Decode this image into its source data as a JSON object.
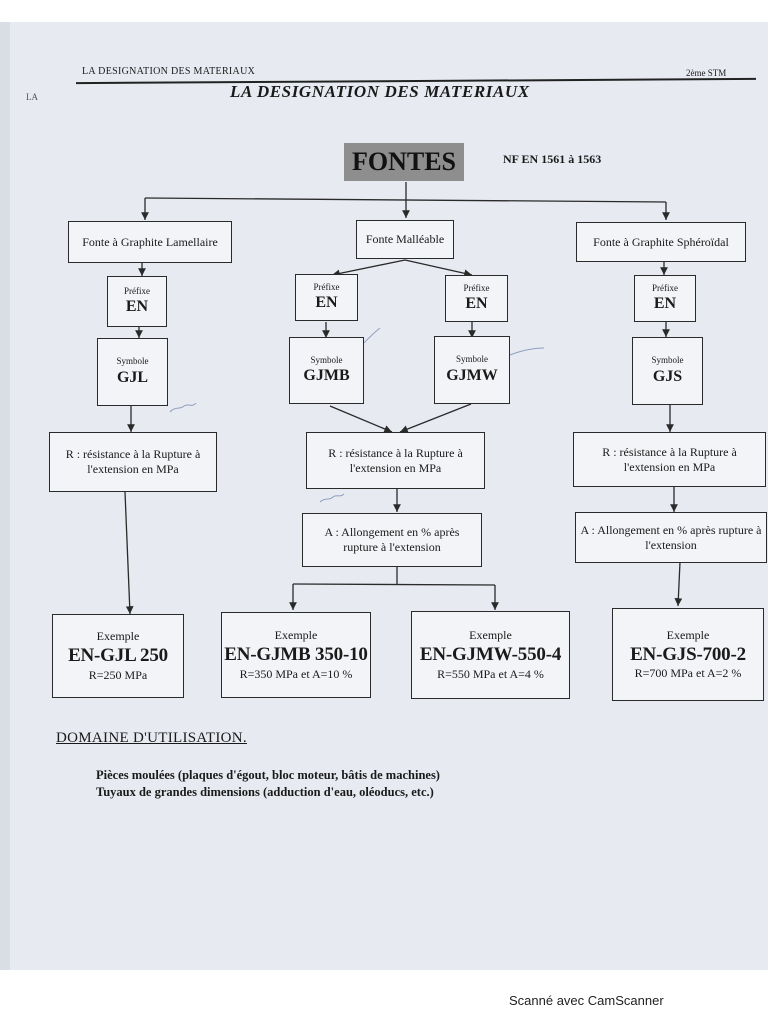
{
  "header": {
    "small_title": "LA DESIGNATION DES MATERIAUX",
    "class_label": "2ème STM",
    "main_title": "LA DESIGNATION DES MATERIAUX",
    "ghost_text": "LA"
  },
  "diagram": {
    "root": {
      "label": "FONTES",
      "norm": "NF EN 1561 à 1563"
    },
    "lamellaire": {
      "category": "Fonte à Graphite Lamellaire",
      "prefix_label": "Préfixe",
      "prefix": "EN",
      "symbol_label": "Symbole",
      "symbol": "GJL",
      "r_desc": "R : résistance à la Rupture à l'extension en MPa",
      "example": {
        "label": "Exemple",
        "code": "EN-GJL 250",
        "value": "R=250 MPa"
      }
    },
    "malleable": {
      "category": "Fonte Malléable",
      "prefix_label": "Préfixe",
      "prefix": "EN",
      "b_symbol_label": "Symbole",
      "b_symbol": "GJMB",
      "w_symbol_label": "Symbole",
      "w_symbol": "GJMW",
      "r_desc": "R : résistance à la Rupture à l'extension en MPa",
      "a_desc": "A : Allongement en % après rupture à l'extension",
      "example_b": {
        "label": "Exemple",
        "code": "EN-GJMB 350-10",
        "value": "R=350 MPa et A=10 %"
      },
      "example_w": {
        "label": "Exemple",
        "code": "EN-GJMW-550-4",
        "value": "R=550 MPa et A=4 %"
      }
    },
    "spheroidal": {
      "category": "Fonte à Graphite Sphéroïdal",
      "prefix_label": "Préfixe",
      "prefix": "EN",
      "symbol_label": "Symbole",
      "symbol": "GJS",
      "r_desc": "R : résistance à la Rupture à l'extension en MPa",
      "a_desc": "A : Allongement en % après rupture à l'extension",
      "example": {
        "label": "Exemple",
        "code": "EN-GJS-700-2",
        "value": "R=700 MPa et A=2 %"
      }
    }
  },
  "domaine": {
    "title": "DOMAINE D'UTILISATION.",
    "line1": "Pièces moulées (plaques d'égout, bloc moteur, bâtis de machines)",
    "line2": "Tuyaux de grandes dimensions (adduction d'eau, oléoducs, etc.)"
  },
  "footer": {
    "scanner": "Scanné avec CamScanner"
  }
}
